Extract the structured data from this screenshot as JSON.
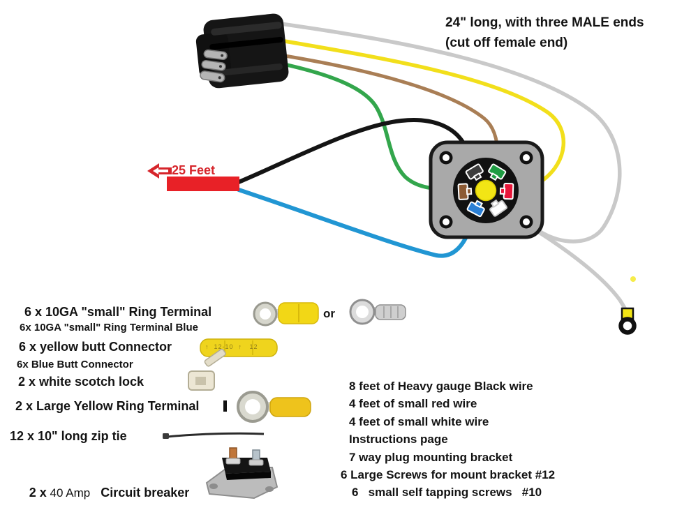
{
  "note": {
    "line1": "24\" long, with three MALE ends",
    "line2": "(cut off female end)"
  },
  "length_label": "25 Feet",
  "or_label": "or",
  "butt_connector_marking": "↑  12-10  ↑   12",
  "left_parts": {
    "items": [
      "6 x 10GA \"small\" Ring Terminal",
      "6x 10GA \"small\" Ring Terminal Blue",
      "6 x yellow butt Connector",
      "6x Blue Butt Connector",
      "2 x white scotch lock",
      "2 x Large Yellow Ring Terminal",
      "12 x 10\" long zip tie"
    ],
    "breaker": {
      "qty": "2 x",
      "amp": " 40 Amp",
      "name": "   Circuit breaker"
    }
  },
  "right_parts": {
    "items": [
      "8 feet of Heavy gauge Black wire",
      "4 feet of small red wire",
      "4 feet of small white wire",
      "Instructions page",
      "7 way plug mounting bracket",
      "6 Large Screws for mount bracket #12",
      "6   small self tapping screws   #10"
    ]
  },
  "colors": {
    "wire_gray": "#c9c9c9",
    "wire_yellow": "#f2df1b",
    "wire_brown": "#a97e55",
    "wire_green": "#33a64c",
    "wire_black": "#141414",
    "wire_blue": "#2196d3",
    "wire_red": "#e82127",
    "term_black": "#3d3d3d",
    "term_green": "#1f9c43",
    "term_brown": "#8c5a33",
    "term_red": "#e8173a",
    "term_blue": "#2b7fd4",
    "term_white": "#ffffff",
    "plug_center_yellow": "#f2e515"
  }
}
